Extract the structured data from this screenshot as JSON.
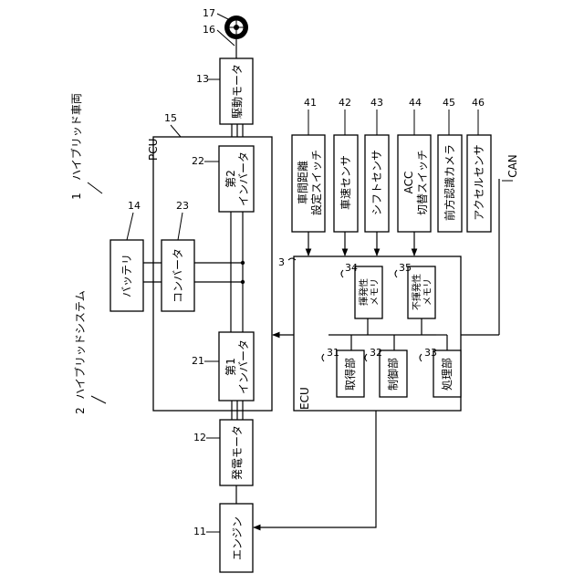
{
  "diagram": {
    "refs": {
      "vehicle": "1",
      "system": "2",
      "ecu": "3",
      "engine": "11",
      "generator_motor": "12",
      "drive_motor": "13",
      "battery": "14",
      "pcu": "15",
      "axle": "16",
      "wheel": "17",
      "inverter1": "21",
      "inverter2": "22",
      "converter": "23",
      "acquisition": "31",
      "control": "32",
      "processing": "33",
      "volatile_mem": "34",
      "nonvolatile_mem": "35",
      "distance_switch": "41",
      "speed_sensor": "42",
      "shift_sensor": "43",
      "acc_switch": "44",
      "camera": "45",
      "accel_sensor": "46"
    },
    "labels": {
      "vehicle": "ハイブリッド車両",
      "system": "ハイブリッドシステム",
      "pcu": "PCU",
      "ecu": "ECU",
      "can": "CAN",
      "engine": "エンジン",
      "generator_motor": "発電モータ",
      "drive_motor": "駆動モータ",
      "battery": "バッテリ",
      "converter": "コンバータ",
      "inverter1_a": "第1",
      "inverter1_b": "インバータ",
      "inverter2_a": "第2",
      "inverter2_b": "インバータ",
      "acquisition": "取得部",
      "control": "制御部",
      "processing": "処理部",
      "volatile_mem_a": "揮発性",
      "volatile_mem_b": "メモリ",
      "nonvolatile_mem_a": "不揮発性",
      "nonvolatile_mem_b": "メモリ",
      "distance_switch_a": "車間距離",
      "distance_switch_b": "設定スイッチ",
      "speed_sensor": "車速センサ",
      "shift_sensor": "シフトセンサ",
      "acc_switch_a": "ACC",
      "acc_switch_b": "切替スイッチ",
      "camera": "前方認識カメラ",
      "accel_sensor": "アクセルセンサ"
    }
  }
}
